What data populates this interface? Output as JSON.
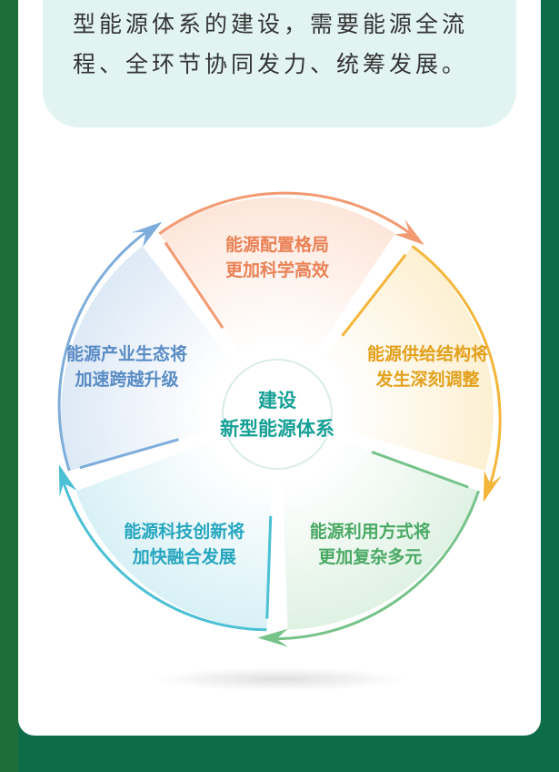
{
  "intro": {
    "line1": "型能源体系的建设，需要能源全流",
    "line2": "程、全环节协同发力、统筹发展。"
  },
  "center": {
    "line1": "建设",
    "line2": "新型能源体系",
    "color": "#17a096"
  },
  "segments": [
    {
      "line1": "能源配置格局",
      "line2": "更加科学高效",
      "color": "#f29a72",
      "text_color": "#ea8156",
      "fill": "#fde6da"
    },
    {
      "line1": "能源供给结构将",
      "line2": "发生深刻调整",
      "color": "#f4b63a",
      "text_color": "#e3a01c",
      "fill": "#fdf0d2"
    },
    {
      "line1": "能源利用方式将",
      "line2": "更加复杂多元",
      "color": "#76c38a",
      "text_color": "#4aa964",
      "fill": "#dff2e3"
    },
    {
      "line1": "能源科技创新将",
      "line2": "加快融合发展",
      "color": "#4cc0d5",
      "text_color": "#26a6bf",
      "fill": "#d8f1f6"
    },
    {
      "line1": "能源产业生态将",
      "line2": "加速跨越升级",
      "color": "#7eaddb",
      "text_color": "#5a8cc5",
      "fill": "#dde9f6"
    }
  ]
}
